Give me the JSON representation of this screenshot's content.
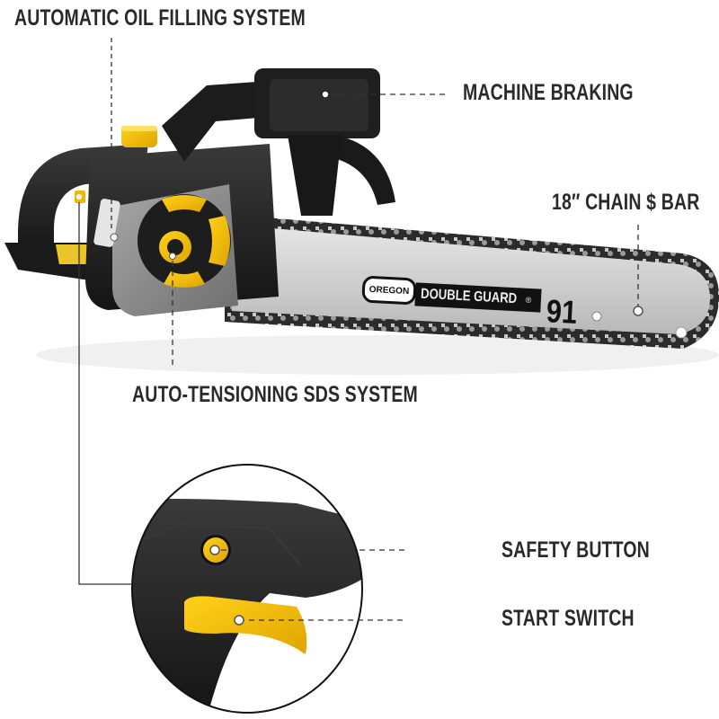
{
  "callouts": {
    "oil_filling": "AUTOMATIC OIL FILLING SYSTEM",
    "machine_braking": "MACHINE BRAKING",
    "chain_bar": "18″ CHAIN $ BAR",
    "auto_tensioning": "AUTO-TENSIONING SDS SYSTEM",
    "safety_button": "SAFETY BUTTON",
    "start_switch": "START SWITCH"
  },
  "bar_branding": {
    "brand": "OREGON",
    "product": "DOUBLE GUARD",
    "registered": "®",
    "model": "91"
  },
  "colors": {
    "body_black": "#1f1f1f",
    "accent_yellow": "#f2b705",
    "housing_gray": "#8c8c8c",
    "bar_silver": "#d6d6d6",
    "text_dark": "#2a2a2a"
  }
}
